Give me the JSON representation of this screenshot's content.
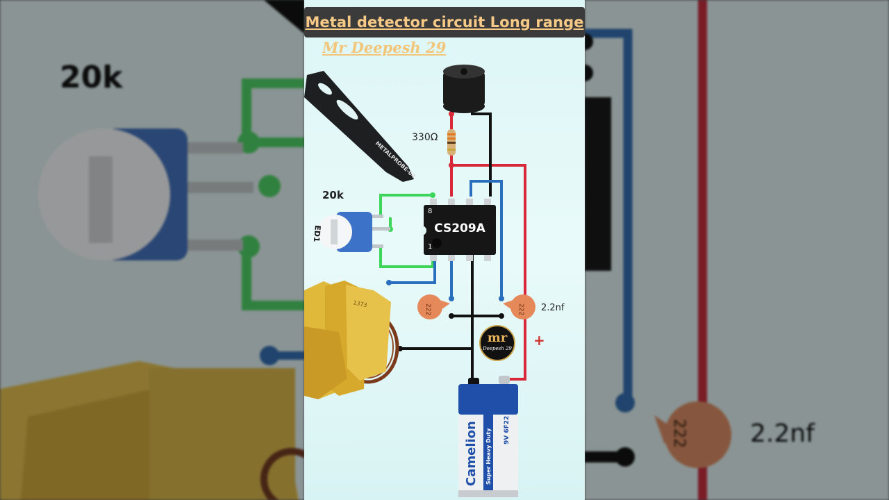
{
  "title": "Metal detector circuit Long range",
  "credit": "Mr Deepesh 29",
  "components": {
    "resistor_label": "330Ω",
    "pot_label": "20k",
    "pot_marking": "ED1",
    "ic_label": "CS209A",
    "ic_pin8": "8",
    "ic_pin1": "1",
    "capacitor_code": "222",
    "capacitor_label": "2.2nf",
    "battery_plus": "+",
    "battery_brand": "Camelion",
    "battery_subtitle": "Super Heavy Duty",
    "battery_spec": "9V 6F22",
    "handheld_brand": "METALPROBE-04",
    "gold_stamp": "1373"
  },
  "logo": {
    "big": "mr",
    "small": "Deepesh 29"
  },
  "background": {
    "left_label": "20k",
    "right_label": "2.2nf",
    "right_cap_code": "222"
  },
  "colors": {
    "wire_red": "#d8283a",
    "wire_black": "#111111",
    "wire_blue": "#2a6fbd",
    "wire_green": "#3dd65a",
    "title_text": "#f7c986",
    "capacitor": "#e5895a"
  }
}
